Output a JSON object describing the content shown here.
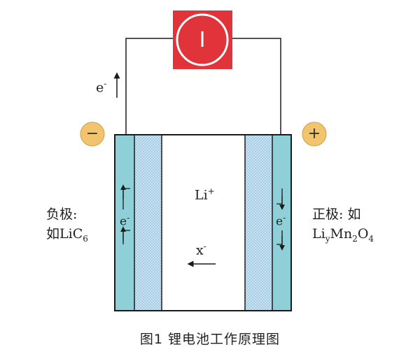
{
  "meter": {
    "symbol": "I"
  },
  "external_electron": {
    "label": "e",
    "charge": "-"
  },
  "terminals": {
    "negative": "−",
    "positive": "+"
  },
  "electrolyte": {
    "ion": "Li",
    "ion_charge": "+",
    "anion": "x",
    "anion_charge": "-"
  },
  "anode": {
    "line1": "负极:",
    "line2_prefix": "如LiC",
    "line2_sub": "6",
    "electron_label": "e",
    "electron_charge": "-"
  },
  "cathode": {
    "line1": "正极: 如",
    "parts": [
      "Li",
      "y",
      "Mn",
      "2",
      "O",
      "4"
    ],
    "electron_label": "e",
    "electron_charge": "-"
  },
  "caption": "图1   锂电池工作原理图",
  "colors": {
    "meter_bg": "#e0343a",
    "terminal_fill": "#f3c46e",
    "collector": "#8fd0d8",
    "electrode_dots": "#a9cfe8",
    "outline": "#1a1a1a"
  }
}
